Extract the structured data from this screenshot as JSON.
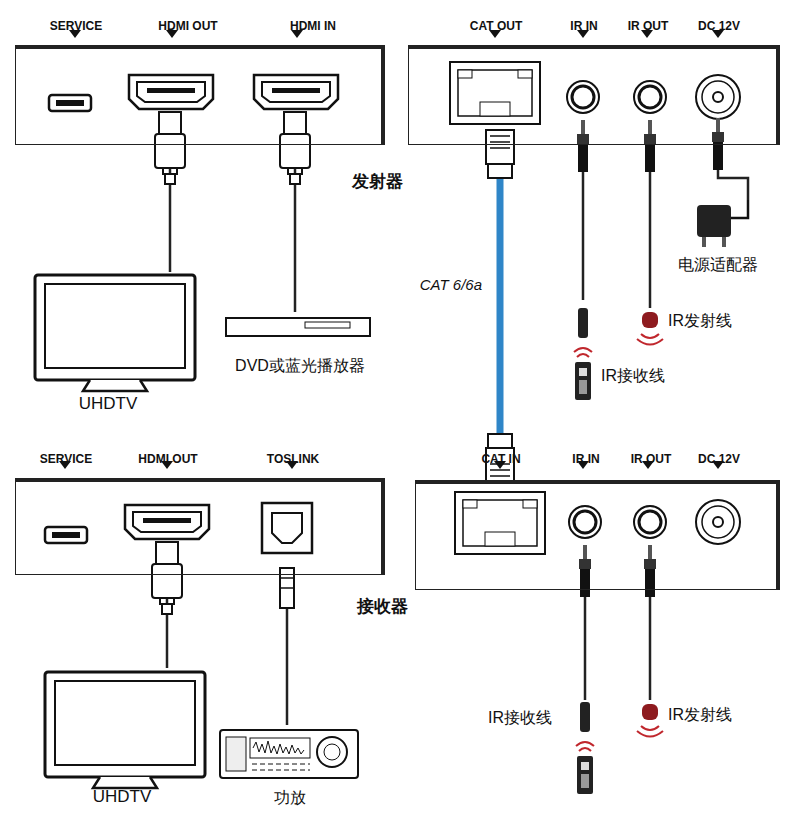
{
  "diagram": {
    "nodes": [
      {
        "text": [
          "SERVICE",
          "HDMI OUT",
          "HDMI IN"
        ]
      },
      {
        "text": [
          "CAT OUT",
          "IR IN",
          "IR OUT",
          "DC 12V"
        ]
      },
      {
        "text": [
          "UHDTV"
        ]
      },
      {
        "text": [
          "DVD或蓝光播放器"
        ]
      },
      {
        "text": [
          "电源适配器"
        ]
      },
      {
        "text": [
          "IR接收线"
        ]
      },
      {
        "text": [
          "IR发射线"
        ]
      },
      {
        "text": [
          "SERVICE",
          "HDMI OUT",
          "TOSLINK"
        ]
      },
      {
        "text": [
          "CAT IN",
          "IR IN",
          "IR OUT",
          "DC 12V"
        ]
      },
      {
        "text": [
          "UHDTV"
        ]
      },
      {
        "text": [
          "功放"
        ]
      },
      {
        "text": [
          "IR接收线"
        ]
      },
      {
        "text": [
          "IR发射线"
        ]
      }
    ],
    "edges": [
      {
        "from": 0,
        "to": 2,
        "arrow": "none"
      },
      {
        "from": 3,
        "to": 0,
        "arrow": "none"
      },
      {
        "from": 1,
        "to": 4,
        "arrow": "none"
      },
      {
        "from": 1,
        "to": 5,
        "arrow": "none"
      },
      {
        "from": 1,
        "to": 6,
        "arrow": "none"
      },
      {
        "from": 1,
        "to": 8,
        "label": "CAT 6/6a",
        "arrow": "none"
      },
      {
        "from": 7,
        "to": 9,
        "arrow": "none"
      },
      {
        "from": 7,
        "to": 10,
        "arrow": "none"
      },
      {
        "from": 8,
        "to": 11,
        "arrow": "none"
      },
      {
        "from": 8,
        "to": 12,
        "arrow": "none"
      }
    ],
    "labels": [
      "发射器",
      "接收器"
    ]
  }
}
